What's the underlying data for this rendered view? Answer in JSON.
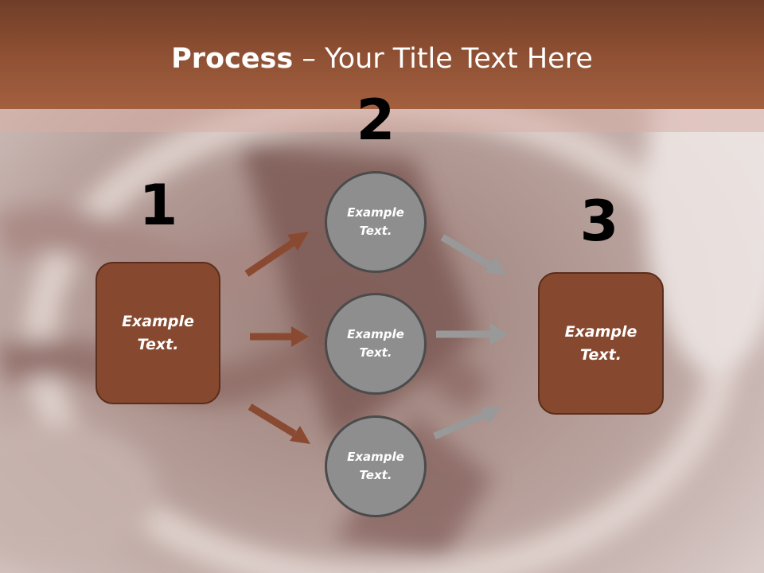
{
  "title": {
    "bold": "Process",
    "rest": " – Your Title Text Here"
  },
  "steps": {
    "one": "1",
    "two": "2",
    "three": "3"
  },
  "boxes": {
    "left": [
      "Example",
      "Text."
    ],
    "right": [
      "Example",
      "Text."
    ]
  },
  "circles": {
    "top": [
      "Example",
      "Text."
    ],
    "middle": [
      "Example",
      "Text."
    ],
    "bottom": [
      "Example",
      "Text."
    ]
  },
  "colors": {
    "brown_arrow": "#8a4a32",
    "gray_arrow": "#999999",
    "box_fill": "#86492f",
    "circle_fill": "#8e8e8e"
  }
}
